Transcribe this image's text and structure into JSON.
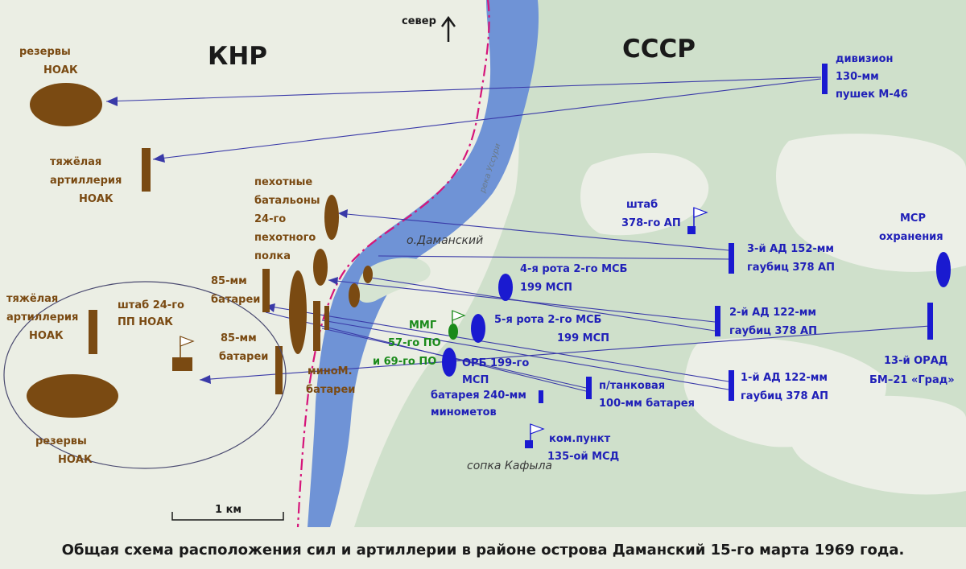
{
  "countries": {
    "west": "КНР",
    "east": "СССР"
  },
  "north": {
    "label": "север"
  },
  "river": {
    "name": "река Уссури"
  },
  "features": {
    "island": "о.Даманский",
    "hill": "сопка Кафыла"
  },
  "scale": {
    "label": "1 км"
  },
  "caption": "Общая схема расположения сил и артиллерии в районе острова Даманский 15-го марта 1969 года.",
  "labels_chinese": {
    "reserves_top": [
      "резервы",
      "НОАК"
    ],
    "heavy_art_top": [
      "тяжёлая",
      "артиллерия",
      "НОАК"
    ],
    "infantry": [
      "пехотные",
      "батальоны",
      "24-го",
      "пехотного",
      "полка"
    ],
    "bat85_top": [
      "85-мм",
      "батареи"
    ],
    "bat85_bot": [
      "85-мм",
      "батареи"
    ],
    "heavy_art_left": [
      "тяжёлая",
      "артиллерия",
      "НОАК"
    ],
    "hq": [
      "штаб 24-го",
      "ПП НОАК"
    ],
    "mortars": [
      "миноМ.",
      "батареи"
    ],
    "reserves_bot": [
      "резервы",
      "НОАК"
    ]
  },
  "labels_soviet": {
    "div130": [
      "дивизион",
      "130-мм",
      "пушек М-46"
    ],
    "hq378": [
      "штаб",
      "378-го АП"
    ],
    "msr": [
      "МСР",
      "охранения"
    ],
    "ad3": [
      "3-й АД 152-мм",
      "гаубиц 378 АП"
    ],
    "ad2": [
      "2-й АД 122-мм",
      "гаубиц 378 АП"
    ],
    "ad1": [
      "1-й АД 122-мм",
      "гаубиц 378 АП"
    ],
    "orad": [
      "13-й ОРАД",
      "БМ–21 «Град»"
    ],
    "co4": [
      "4-я рота 2-го МСБ",
      "199 МСП"
    ],
    "co5": [
      "5-я рота 2-го МСБ",
      "199 МСП"
    ],
    "orb": [
      "ОРБ 199-го",
      "МСП"
    ],
    "bat240": [
      "батарея 240-мм",
      "минометов"
    ],
    "at100": [
      "п/танковая",
      "100-мм батарея"
    ],
    "kp": [
      "ком.пункт",
      "135-ой МСД"
    ]
  },
  "labels_green": {
    "mmg": "ММГ",
    "po": [
      "57-го ПО",
      "и 69-го ПО"
    ]
  },
  "colors": {
    "chinese_units": "#7a4a12",
    "soviet_units": "#1a1ad0",
    "border_posts": "#1a8a1a",
    "river": "#6f93d6",
    "soviet_land": "#cfe0cb",
    "chinese_land": "#ebeee4",
    "border_line": "#d6157a",
    "fire_lines": "#3a3aa8"
  }
}
